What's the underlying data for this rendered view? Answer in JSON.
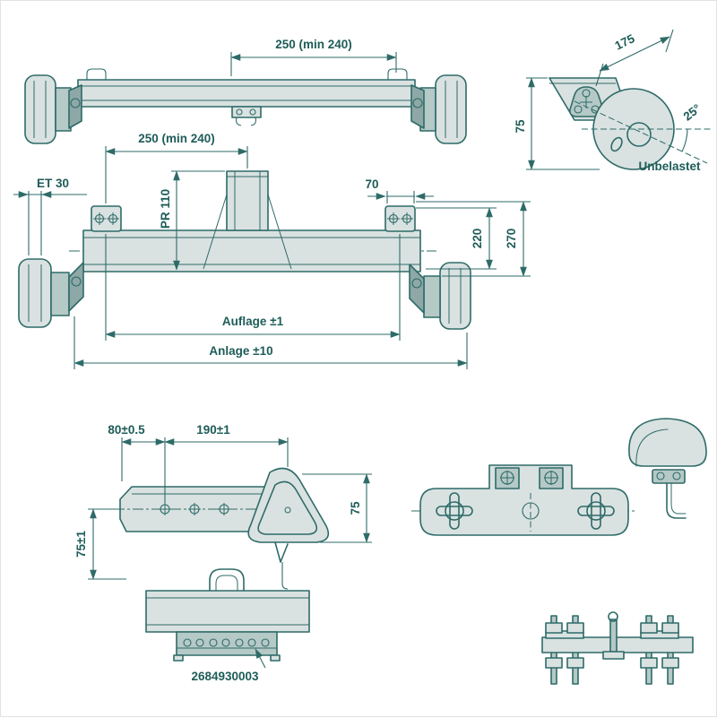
{
  "drawing": {
    "title": "Trailer axle assembly technical drawing",
    "colors": {
      "ink": "#2e6b68",
      "text": "#1e5c58",
      "fill_light": "#d9e2e1",
      "fill_mid": "#b5c9c7",
      "fill_dark": "#8da8a6",
      "background": "#ffffff"
    },
    "labels": {
      "dim_250_top": "250 (min 240)",
      "dim_175": "175",
      "dim_75_detail": "75",
      "angle_25": "25°",
      "unbelastet": "Unbelastet",
      "dim_250_mid": "250 (min 240)",
      "dim_pr110": "PR 110",
      "dim_70": "70",
      "dim_et30": "ET 30",
      "dim_220": "220",
      "dim_270": "270",
      "dim_auflage": "Auflage ±1",
      "dim_anlage": "Anlage ±10",
      "dim_80": "80±0.5",
      "dim_190": "190±1",
      "dim_75_bracket": "75",
      "dim_75_1": "75±1",
      "part_number": "2684930003"
    }
  }
}
